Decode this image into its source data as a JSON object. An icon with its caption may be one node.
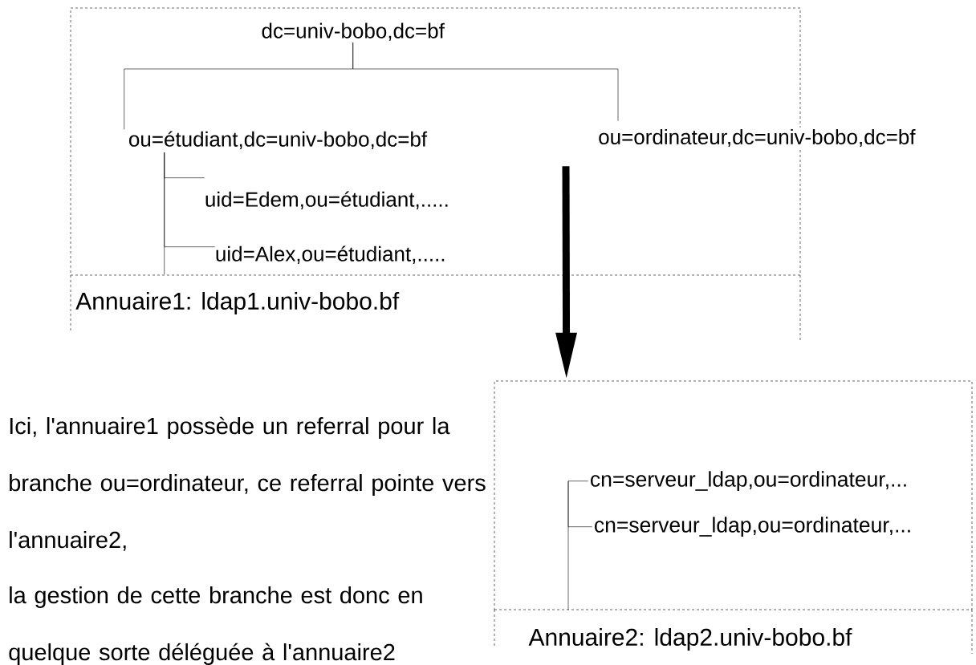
{
  "diagram": {
    "nodes": [
      {
        "text": [
          "Annuaire1: ldap1.univ-bobo.bf"
        ]
      },
      {
        "text": [
          "dc=univ-bobo,dc=bf"
        ],
        "in": 0
      },
      {
        "text": [
          "ou=étudiant,dc=univ-bobo,dc=bf"
        ],
        "in": 0
      },
      {
        "text": [
          "ou=ordinateur,dc=univ-bobo,dc=bf"
        ]
      },
      {
        "text": [
          "uid=Edem,ou=étudiant,....."
        ],
        "in": 0
      },
      {
        "text": [
          "uid=Alex,ou=étudiant,....."
        ],
        "in": 0
      },
      {
        "text": [
          "Annuaire2: ldap2.univ-bobo.bf"
        ]
      },
      {
        "text": [
          "cn=serveur_ldap,ou=ordinateur,..."
        ],
        "in": 6
      },
      {
        "text": [
          "cn=serveur_ldap,ou=ordinateur,..."
        ],
        "in": 6
      }
    ],
    "edges": [
      {
        "from": 1,
        "to": 2,
        "arrow": "none"
      },
      {
        "from": 1,
        "to": 3,
        "arrow": "none"
      },
      {
        "from": 2,
        "to": 4,
        "arrow": "none"
      },
      {
        "from": 2,
        "to": 5,
        "arrow": "none"
      },
      {
        "from": 3,
        "to": 6,
        "arrow": "to",
        "style": "thick"
      },
      {
        "from": null,
        "to": 7,
        "arrow": "none"
      },
      {
        "from": null,
        "to": 8,
        "arrow": "none"
      }
    ],
    "labels": [
      "Ici, l'annuaire1 possède un referral pour la branche ou=ordinateur, ce referral pointe vers l'annuaire2,",
      "la gestion de cette branche est donc en quelque sorte déléguée à l'annuaire2"
    ]
  }
}
